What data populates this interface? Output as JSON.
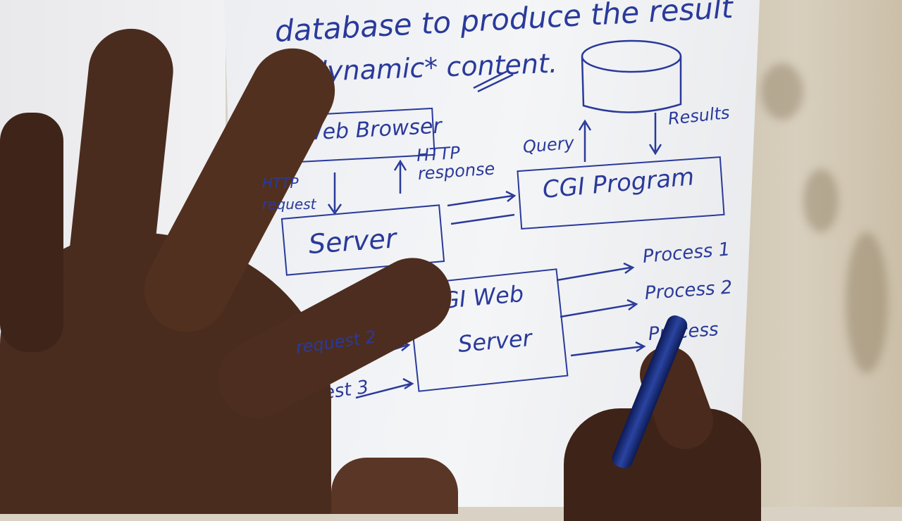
{
  "notes": {
    "line1": "database to produce the result",
    "line2": "dynamic* content.",
    "web_browser": "Web Browser",
    "http_response": "HTTP response",
    "http_request": "HTTP request",
    "server": "Server",
    "query": "Query",
    "results": "Results",
    "cgi_program": "CGI Program",
    "cgi_web_server_1": "CGI Web",
    "cgi_web_server_2": "Server",
    "process1": "Process 1",
    "process2": "Process 2",
    "process3": "Process",
    "request2": "request 2",
    "request3": "request 3"
  },
  "colors": {
    "ink": "#2a3a9a",
    "paper": "#f1f2f4",
    "skin": "#4a2c1f"
  }
}
